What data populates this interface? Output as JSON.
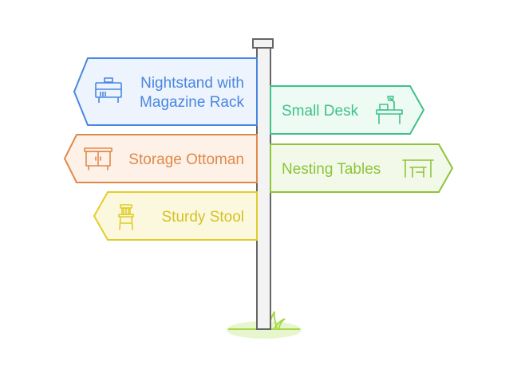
{
  "signs": [
    {
      "label_lines": [
        "Nightstand with",
        "Magazine Rack"
      ],
      "icon": "nightstand-icon",
      "side": "left",
      "stroke": "#4a86e0",
      "fill": "#eef4fd",
      "text_color": "#4a86e0"
    },
    {
      "label_lines": [
        "Small Desk"
      ],
      "icon": "desk-icon",
      "side": "right",
      "stroke": "#3ec289",
      "fill": "#eefaf4",
      "text_color": "#3ec289"
    },
    {
      "label_lines": [
        "Storage Ottoman"
      ],
      "icon": "cabinet-icon",
      "side": "left",
      "stroke": "#e0894a",
      "fill": "#fdf1e8",
      "text_color": "#e0894a"
    },
    {
      "label_lines": [
        "Nesting Tables"
      ],
      "icon": "nesting-tables-icon",
      "side": "right",
      "stroke": "#8cc43a",
      "fill": "#f3f9e9",
      "text_color": "#8cc43a"
    },
    {
      "label_lines": [
        "Sturdy Stool"
      ],
      "icon": "stool-icon",
      "side": "left",
      "stroke": "#e0cd2a",
      "fill": "#fbf8de",
      "text_color": "#d6c223"
    }
  ],
  "colors": {
    "pole_stroke": "#666666",
    "pole_fill": "#f3f3f3",
    "grass": "#a7d94a",
    "ground": "#e8f6cf"
  }
}
